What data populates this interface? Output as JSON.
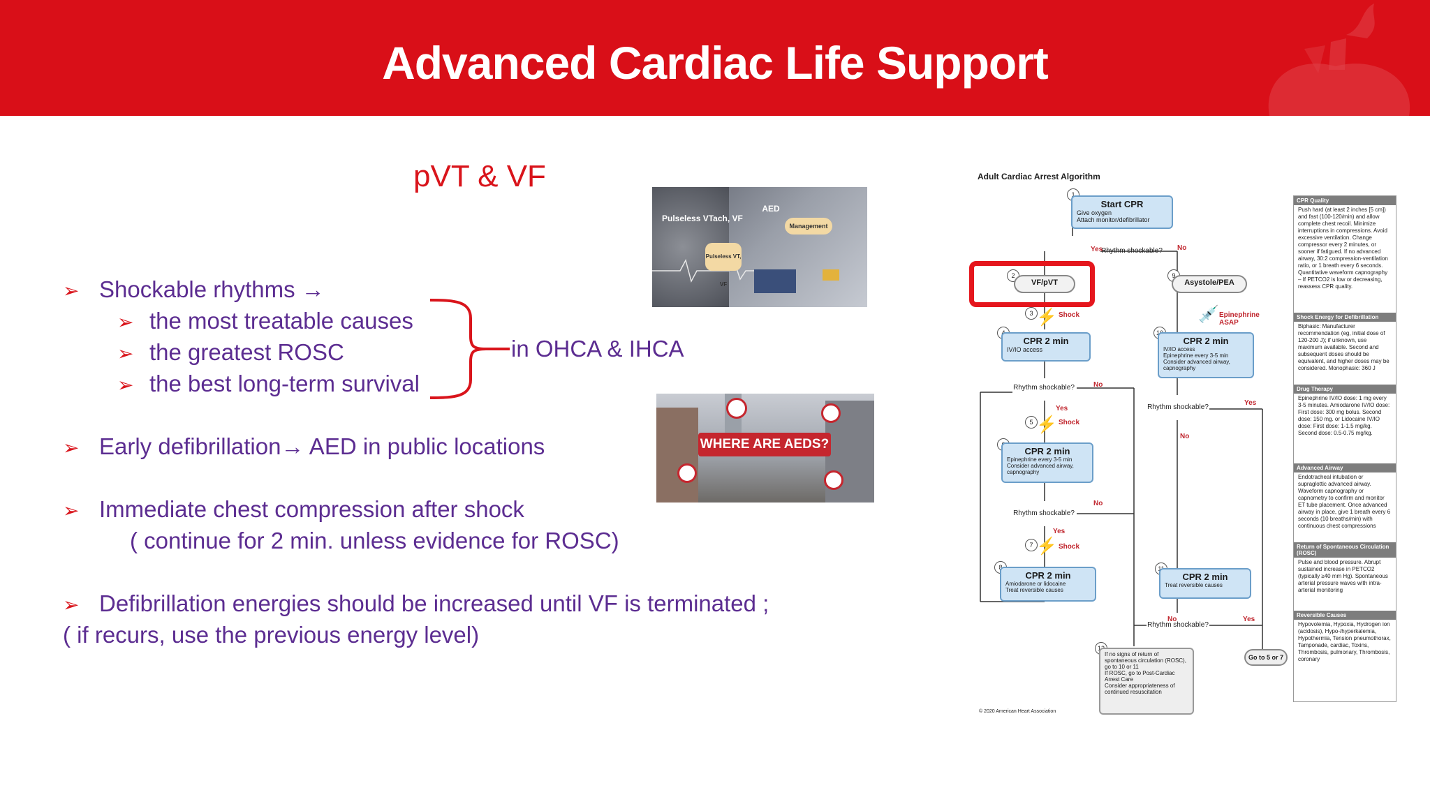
{
  "header": {
    "title": "Advanced Cardiac Life Support"
  },
  "slide": {
    "subtitle": "pVT & VF",
    "bullets": {
      "shockable": "Shockable rhythms →",
      "sub1": "the most treatable causes",
      "sub2": "the greatest ROSC",
      "sub3": "the best long-term survival",
      "bracket_label": "in OHCA & IHCA",
      "early": "Early defibrillation→ AED in public locations",
      "immediate": "Immediate chest compression after shock",
      "immediate_note": "( continue for 2 min. unless evidence for ROSC)",
      "energies": "Defibrillation energies should be increased until VF is terminated ;",
      "energies_note": "( if recurs, use the previous energy level)"
    }
  },
  "thumbnails": {
    "aed": {
      "line1": "AED",
      "line2": "Pulseless VTach, VF",
      "badge1": "Management",
      "badge2": "Pulseless VT, VF"
    },
    "city": {
      "banner": "WHERE ARE AEDS?"
    }
  },
  "algorithm": {
    "title": "Adult Cardiac Arrest Algorithm",
    "start_title": "Start CPR",
    "start_items": [
      "Give oxygen",
      "Attach monitor/defibrillator"
    ],
    "rhythm_q": "Rhythm shockable?",
    "yes": "Yes",
    "no": "No",
    "vf": "VF/pVT",
    "asystole": "Asystole/PEA",
    "shock": "Shock",
    "epi": "Epinephrine ASAP",
    "cpr": "CPR 2 min",
    "b4": [
      "IV/IO access"
    ],
    "b6": [
      "Epinephrine every 3-5 min",
      "Consider advanced airway, capnography"
    ],
    "b8": [
      "Amiodarone or lidocaine",
      "Treat reversible causes"
    ],
    "b10": [
      "IV/IO access",
      "Epinephrine every 3-5 min",
      "Consider advanced airway, capnography"
    ],
    "b11": [
      "Treat reversible causes"
    ],
    "go": "Go to 5 or 7",
    "b12": [
      "If no signs of return of spontaneous circulation (ROSC), go to 10 or 11",
      "If ROSC, go to Post-Cardiac Arrest Care",
      "Consider appropriateness of continued resuscitation"
    ],
    "copyright": "© 2020 American Heart Association",
    "numbers": [
      "1",
      "2",
      "3",
      "4",
      "5",
      "6",
      "7",
      "8",
      "9",
      "10",
      "11",
      "12"
    ],
    "side": [
      {
        "head": "CPR Quality",
        "body": "Push hard (at least 2 inches [5 cm]) and fast (100-120/min) and allow complete chest recoil. Minimize interruptions in compressions. Avoid excessive ventilation. Change compressor every 2 minutes, or sooner if fatigued. If no advanced airway, 30:2 compression-ventilation ratio, or 1 breath every 6 seconds. Quantitative waveform capnography – If PETCO2 is low or decreasing, reassess CPR quality."
      },
      {
        "head": "Shock Energy for Defibrillation",
        "body": "Biphasic: Manufacturer recommendation (eg, initial dose of 120-200 J); if unknown, use maximum available. Second and subsequent doses should be equivalent, and higher doses may be considered. Monophasic: 360 J"
      },
      {
        "head": "Drug Therapy",
        "body": "Epinephrine IV/IO dose: 1 mg every 3-5 minutes. Amiodarone IV/IO dose: First dose: 300 mg bolus. Second dose: 150 mg. or Lidocaine IV/IO dose: First dose: 1-1.5 mg/kg. Second dose: 0.5-0.75 mg/kg."
      },
      {
        "head": "Advanced Airway",
        "body": "Endotracheal intubation or supraglottic advanced airway. Waveform capnography or capnometry to confirm and monitor ET tube placement. Once advanced airway in place, give 1 breath every 6 seconds (10 breaths/min) with continuous chest compressions"
      },
      {
        "head": "Return of Spontaneous Circulation (ROSC)",
        "body": "Pulse and blood pressure. Abrupt sustained increase in PETCO2 (typically ≥40 mm Hg). Spontaneous arterial pressure waves with intra-arterial monitoring"
      },
      {
        "head": "Reversible Causes",
        "body": "Hypovolemia, Hypoxia, Hydrogen ion (acidosis), Hypo-/hyperkalemia, Hypothermia, Tension pneumothorax, Tamponade, cardiac, Toxins, Thrombosis, pulmonary, Thrombosis, coronary"
      }
    ]
  },
  "colors": {
    "brand_red": "#d90f18",
    "bullet_purple": "#5c2d91",
    "accent_red": "#d9141b"
  },
  "icons": [
    "arrowhead-bullet-icon",
    "aha-heart-torch-logo",
    "lightning-shock-icon",
    "syringe-icon"
  ]
}
